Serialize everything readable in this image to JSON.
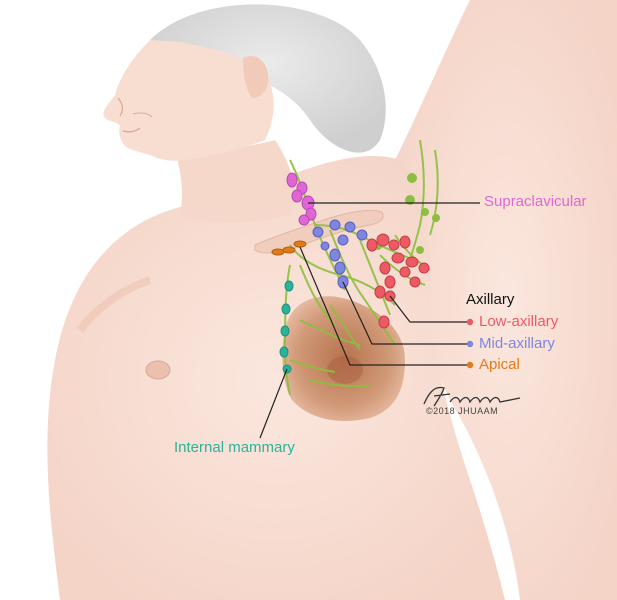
{
  "colors": {
    "skin": "#f8e0d6",
    "skin_shadow": "#efc9bc",
    "hair": "#dcdcdc",
    "vessel": "#8cbf3f",
    "breast_tissue": "#c98a63",
    "supraclavicular": "#e066d6",
    "low_axillary": "#ee5a63",
    "mid_axillary": "#7f86e0",
    "apical": "#e07b1a",
    "internal_mammary": "#2ab39a",
    "axillary_heading": "#111111",
    "leader_line": "#222222"
  },
  "labels": {
    "supraclavicular": "Supraclavicular",
    "axillary_heading": "Axillary",
    "low_axillary": "Low-axillary",
    "mid_axillary": "Mid-axillary",
    "apical": "Apical",
    "internal_mammary": "Internal mammary"
  },
  "signature": {
    "name": "Fairman",
    "copyright": "©2018 JHUAAM"
  }
}
